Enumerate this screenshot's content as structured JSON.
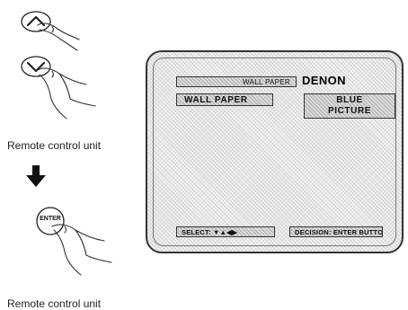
{
  "left_panel": {
    "caption_top": "Remote control unit",
    "caption_bottom": "Remote control unit",
    "enter_key_label": "ENTER"
  },
  "tv_screen": {
    "menu_title": "WALL PAPER",
    "brand": "DENON",
    "setting_label": "WALL PAPER",
    "setting_value_line1": "BLUE",
    "setting_value_line2": "PICTURE",
    "footer_select": "SELECT: ▼▲◀▶",
    "footer_decision": "DECISION: ENTER BUTTON"
  },
  "icons": {
    "up_button": "chevron-up-button-icon",
    "down_button": "chevron-down-button-icon",
    "enter_button": "enter-button-icon",
    "arrow": "arrow-down-icon",
    "hand": "hand-pressing-icon"
  }
}
